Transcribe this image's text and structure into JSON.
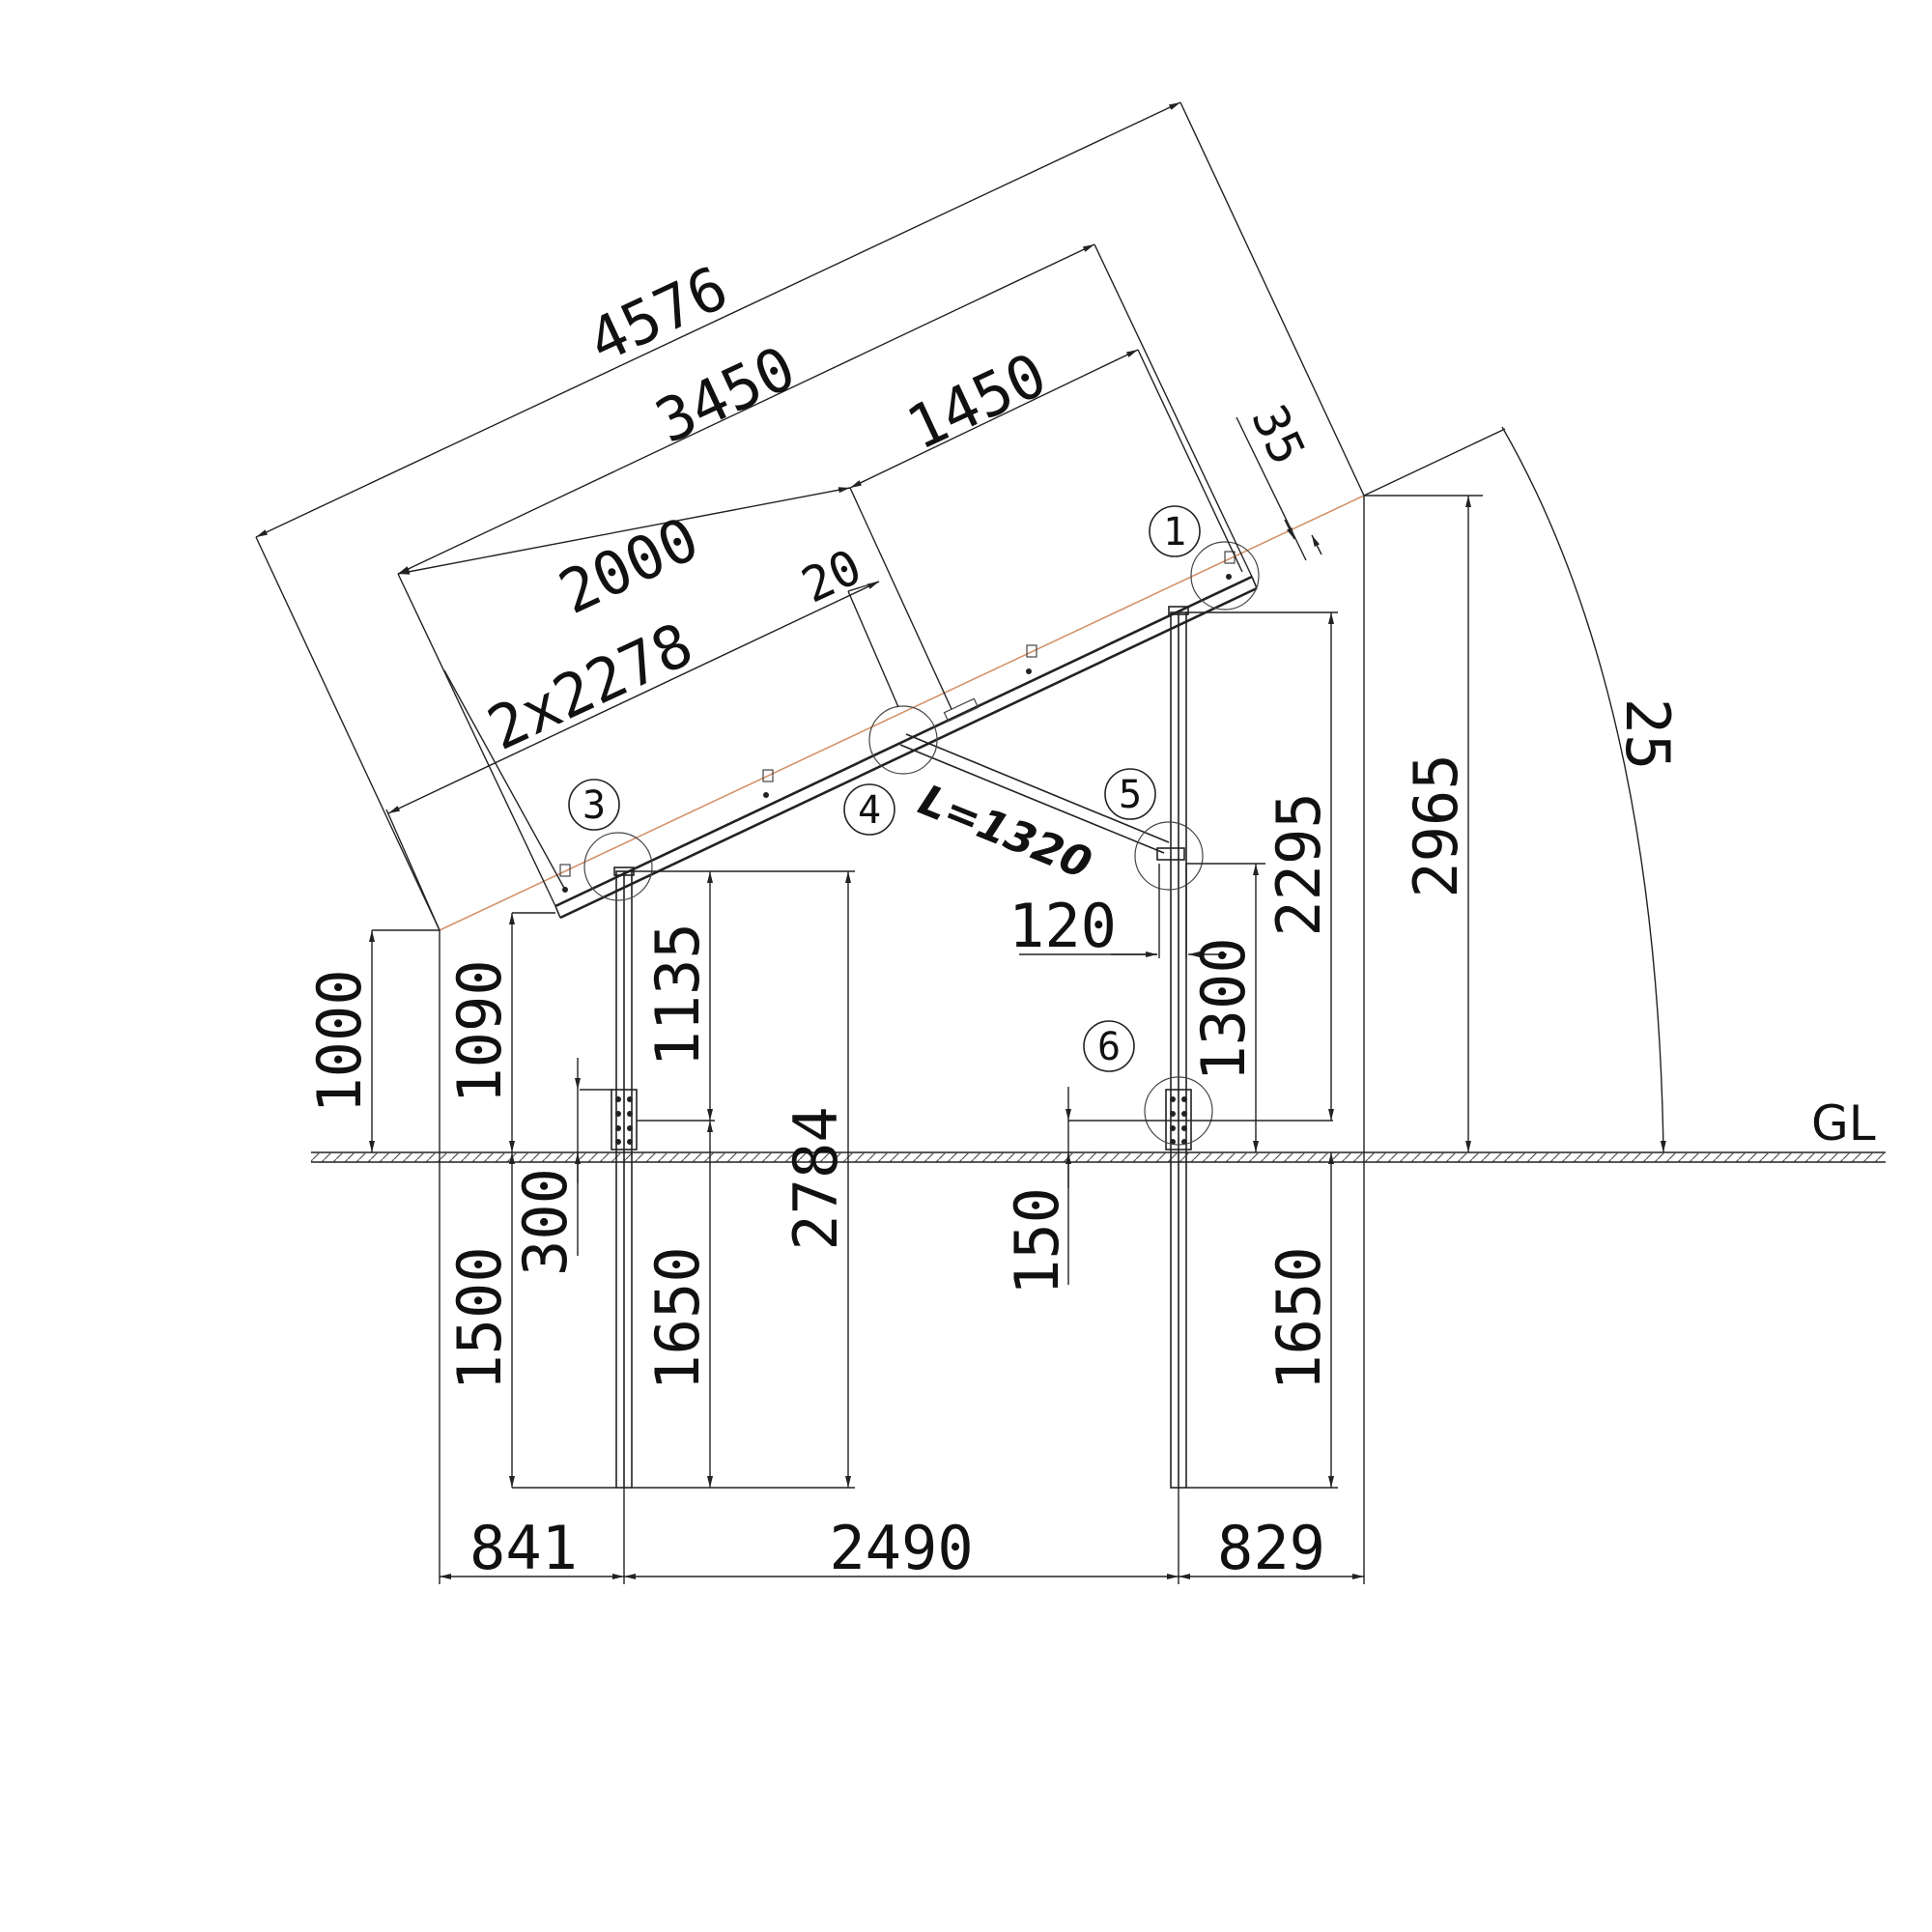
{
  "dimensions": {
    "overall_panel_length": "4576",
    "rail_length": "3450",
    "front_segment": "2000",
    "rear_segment": "1450",
    "panel_count_length": "2x2278",
    "gap": "20",
    "offset_top": "35",
    "tilt_angle": "25",
    "max_height": "2965",
    "rear_post_height": "2295",
    "rear_brace_height": "1300",
    "brace_offset": "120",
    "brace_length": "L=1320",
    "front_edge_height": "1000",
    "front_rail_height": "1090",
    "front_post_height": "1135",
    "front_total_post": "2784",
    "front_plate_height": "300",
    "rear_plate_height": "150",
    "front_embed_ground": "1500",
    "front_embed": "1650",
    "rear_embed": "1650",
    "front_overhang": "841",
    "post_spacing": "2490",
    "rear_overhang": "829"
  },
  "callouts": [
    "1",
    "3",
    "4",
    "5",
    "6"
  ],
  "ground_label": "GL"
}
